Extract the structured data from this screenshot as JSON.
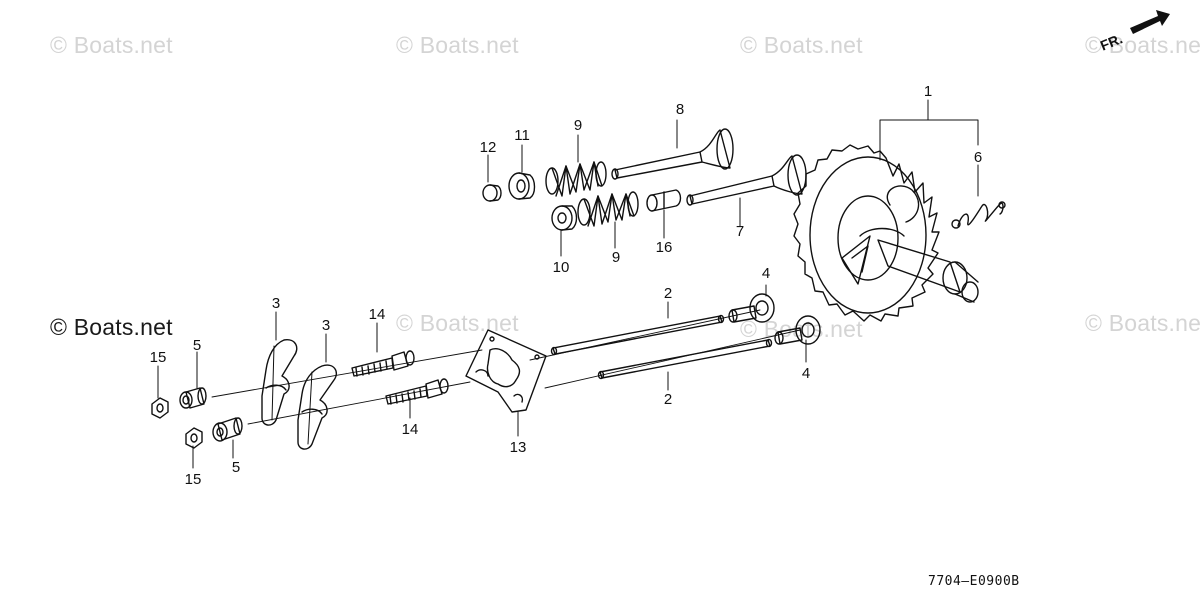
{
  "watermark": "© Boats.net",
  "diagram_code": "7704—E0900B",
  "direction_label": "FR.",
  "callouts": {
    "c1": "1",
    "c2a": "2",
    "c2b": "2",
    "c3a": "3",
    "c3b": "3",
    "c4a": "4",
    "c4b": "4",
    "c5a": "5",
    "c5b": "5",
    "c6": "6",
    "c7": "7",
    "c8": "8",
    "c9a": "9",
    "c9b": "9",
    "c10": "10",
    "c11": "11",
    "c12": "12",
    "c13": "13",
    "c14a": "14",
    "c14b": "14",
    "c15a": "15",
    "c15b": "15",
    "c16": "16"
  }
}
